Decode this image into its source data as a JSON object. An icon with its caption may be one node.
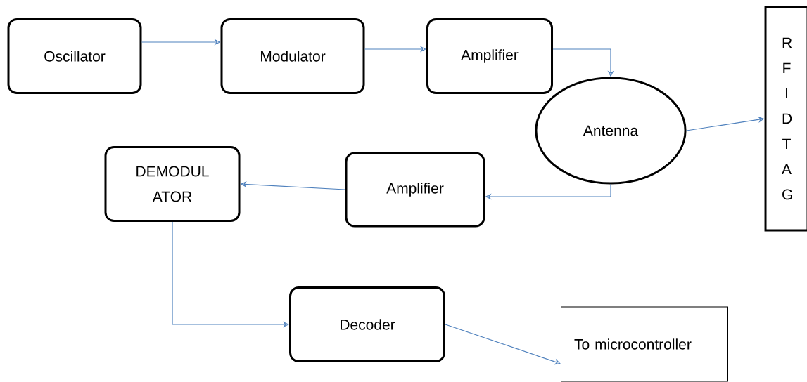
{
  "diagram": {
    "nodes": [
      {
        "text": [
          "Oscillator"
        ]
      },
      {
        "text": [
          "Modulator"
        ]
      },
      {
        "text": [
          "Amplifier"
        ]
      },
      {
        "text": [
          "Antenna"
        ]
      },
      {
        "text": [
          "R F I D T A G"
        ]
      },
      {
        "text": [
          "Amplifier"
        ]
      },
      {
        "text": [
          "DEMODUL ATOR"
        ]
      },
      {
        "text": [
          "Decoder"
        ]
      },
      {
        "text": [
          "To microcontroller"
        ]
      }
    ],
    "edges": [
      {
        "from": 0,
        "to": 1,
        "arrow": "to"
      },
      {
        "from": 1,
        "to": 2,
        "arrow": "to"
      },
      {
        "from": 2,
        "to": 3,
        "arrow": "to"
      },
      {
        "from": 3,
        "to": 4,
        "arrow": "to"
      },
      {
        "from": 3,
        "to": 5,
        "arrow": "to"
      },
      {
        "from": 5,
        "to": 6,
        "arrow": "to"
      },
      {
        "from": 6,
        "to": 7,
        "arrow": "to"
      },
      {
        "from": 7,
        "to": 8,
        "arrow": "to"
      }
    ]
  }
}
